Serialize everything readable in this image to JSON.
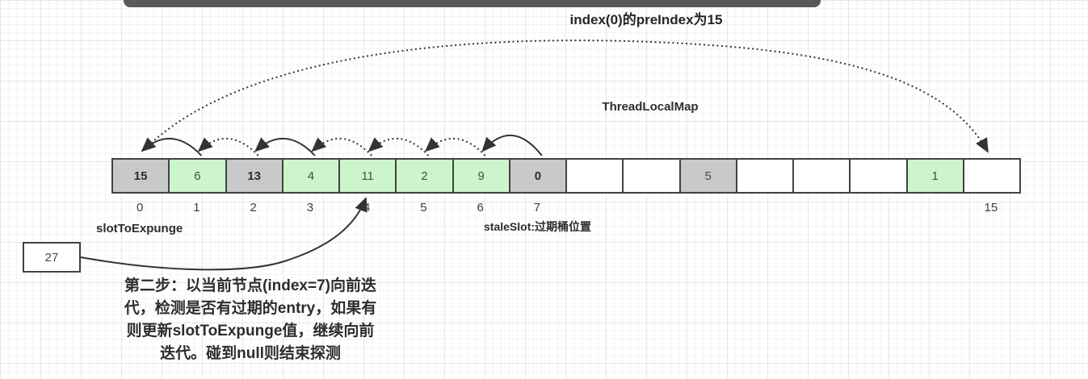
{
  "title": "index(0)的preIndex为15",
  "map_label": "ThreadLocalMap",
  "array": {
    "cells": [
      {
        "index": 0,
        "value": "15",
        "state": "stale",
        "bold": true
      },
      {
        "index": 1,
        "value": "6",
        "state": "valid",
        "bold": false
      },
      {
        "index": 2,
        "value": "13",
        "state": "stale",
        "bold": true
      },
      {
        "index": 3,
        "value": "4",
        "state": "valid",
        "bold": false
      },
      {
        "index": 4,
        "value": "11",
        "state": "valid",
        "bold": false
      },
      {
        "index": 5,
        "value": "2",
        "state": "valid",
        "bold": false
      },
      {
        "index": 6,
        "value": "9",
        "state": "valid",
        "bold": false
      },
      {
        "index": 7,
        "value": "0",
        "state": "stale",
        "bold": true
      },
      {
        "index": 8,
        "value": "",
        "state": "empty",
        "bold": false
      },
      {
        "index": 9,
        "value": "",
        "state": "empty",
        "bold": false
      },
      {
        "index": 10,
        "value": "5",
        "state": "stale",
        "bold": false
      },
      {
        "index": 11,
        "value": "",
        "state": "empty",
        "bold": false
      },
      {
        "index": 12,
        "value": "",
        "state": "empty",
        "bold": false
      },
      {
        "index": 13,
        "value": "",
        "state": "empty",
        "bold": false
      },
      {
        "index": 14,
        "value": "1",
        "state": "valid",
        "bold": false
      },
      {
        "index": 15,
        "value": "",
        "state": "empty",
        "bold": false
      }
    ],
    "index_labels": [
      {
        "index": 0,
        "label": "0"
      },
      {
        "index": 1,
        "label": "1"
      },
      {
        "index": 2,
        "label": "2"
      },
      {
        "index": 3,
        "label": "3"
      },
      {
        "index": 4,
        "label": "4"
      },
      {
        "index": 5,
        "label": "5"
      },
      {
        "index": 6,
        "label": "6"
      },
      {
        "index": 7,
        "label": "7"
      },
      {
        "index": 15,
        "label": "15"
      }
    ]
  },
  "labels": {
    "slot_to_expunge": "slotToExpunge",
    "stale_slot": "staleSlot:过期桶位置"
  },
  "pointer_box": {
    "value": "27"
  },
  "step_note": {
    "lines": [
      "第二步：以当前节点(index=7)向前迭",
      "代，检测是否有过期的entry，如果有",
      "则更新slotToExpunge值，继续向前",
      "迭代。碰到null则结束探测"
    ]
  },
  "colors": {
    "stale_bg": "#c9c9c9",
    "valid_bg": "#cdf5cb",
    "empty_bg": "#ffffff",
    "border": "#424242",
    "top_bar": "#595959",
    "arrow": "#333333"
  },
  "arrows": {
    "back_arcs": [
      {
        "from": 1,
        "to": 0,
        "style": "solid"
      },
      {
        "from": 2,
        "to": 1,
        "style": "dotted"
      },
      {
        "from": 3,
        "to": 2,
        "style": "solid"
      },
      {
        "from": 4,
        "to": 3,
        "style": "dotted"
      },
      {
        "from": 5,
        "to": 4,
        "style": "dotted"
      },
      {
        "from": 6,
        "to": 5,
        "style": "dotted"
      },
      {
        "from": 7,
        "to": 6,
        "style": "solid"
      }
    ],
    "wrap_arc": {
      "from": 0,
      "to": 15,
      "style": "dotted"
    },
    "pointer": {
      "from": "pointer_box",
      "to_cell": 4
    }
  }
}
